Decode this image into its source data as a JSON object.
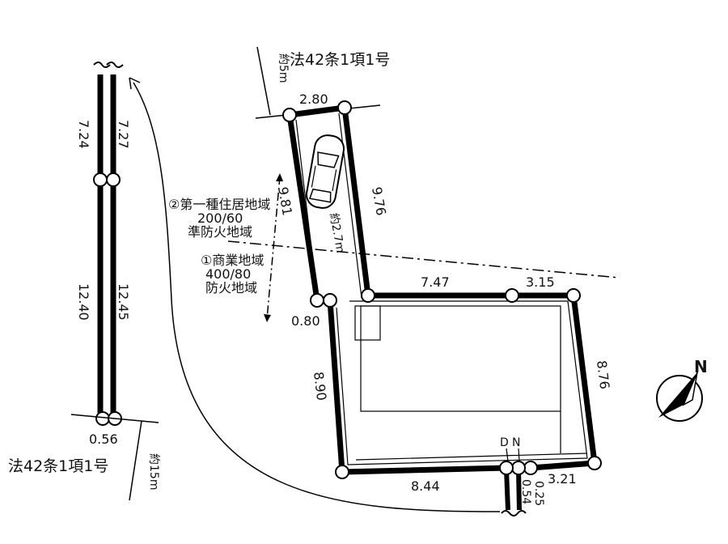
{
  "road_north_label": "法42条1項1号",
  "road_north_approx": "約5m",
  "road_south_label": "法42条1項1号",
  "road_south_approx": "約15m",
  "zones": {
    "zone2_name": "②第一種住居地域",
    "zone2_ratio": "200/60",
    "zone2_fire": "準防火地域",
    "zone1_name": "①商業地域",
    "zone1_ratio": "400/80",
    "zone1_fire": "防火地域"
  },
  "driveway_width_approx": "約2.7m",
  "dimensions": {
    "top_width": "2.80",
    "left_side_upper": "9.81",
    "right_side_upper": "9.76",
    "top_mid_1": "7.47",
    "top_mid_2": "3.15",
    "right_side": "8.76",
    "jog": "0.80",
    "left_side_lower": "8.90",
    "bottom": "8.44",
    "bottom_right": "3.21",
    "small_a": "0.54",
    "small_b": "0.25",
    "road_left_top": "7.24",
    "road_right_top": "7.27",
    "road_left_mid": "12.40",
    "road_right_mid": "12.45",
    "road_bottom": "0.56"
  },
  "north_label": "N",
  "dn_label": "D",
  "n2_label": "N"
}
